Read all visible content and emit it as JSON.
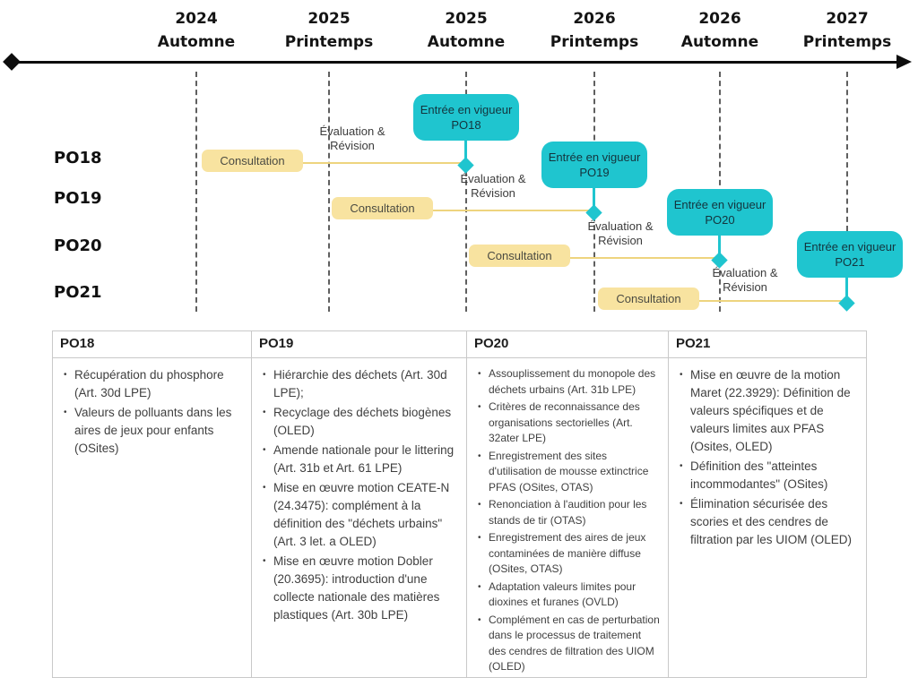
{
  "colors": {
    "teal": "#1fc5cf",
    "yellow_box": "#f8e3a0",
    "yellow_line": "#eed47e",
    "axis_black": "#0d0d0d"
  },
  "timeline": {
    "semesters": [
      {
        "year": "2024",
        "season": "Automne"
      },
      {
        "year": "2025",
        "season": "Printemps"
      },
      {
        "year": "2025",
        "season": "Automne"
      },
      {
        "year": "2026",
        "season": "Printemps"
      },
      {
        "year": "2026",
        "season": "Automne"
      },
      {
        "year": "2027",
        "season": "Printemps"
      }
    ],
    "consultation_label": "Consultation",
    "evaluation_line1": "Évaluation &",
    "evaluation_line2": "Révision",
    "rows": [
      {
        "label": "PO18",
        "entry_line1": "Entrée en vigueur",
        "entry_line2": "PO18"
      },
      {
        "label": "PO19",
        "entry_line1": "Entrée en vigueur",
        "entry_line2": "PO19"
      },
      {
        "label": "PO20",
        "entry_line1": "Entrée en vigueur",
        "entry_line2": "PO20"
      },
      {
        "label": "PO21",
        "entry_line1": "Entrée en vigueur",
        "entry_line2": "PO21"
      }
    ]
  },
  "table": {
    "columns": [
      {
        "header": "PO18",
        "items": [
          "Récupération du phosphore (Art. 30d LPE)",
          "Valeurs de polluants dans les aires de jeux pour enfants (OSites)"
        ]
      },
      {
        "header": "PO19",
        "items": [
          "Hiérarchie des déchets (Art. 30d LPE);",
          "Recyclage des déchets biogènes (OLED)",
          "Amende nationale pour le littering (Art. 31b et Art. 61 LPE)",
          "Mise en œuvre motion CEATE-N (24.3475): complément à la définition des \"déchets urbains\" (Art. 3 let. a OLED)",
          "Mise en œuvre motion Dobler (20.3695): introduction d'une collecte nationale des matières plastiques (Art. 30b LPE)"
        ]
      },
      {
        "header": "PO20",
        "items": [
          "Assouplissement du monopole des déchets urbains (Art. 31b LPE)",
          "Critères de reconnaissance des organisations sectorielles (Art. 32ater LPE)",
          "Enregistrement des sites d'utilisation de mousse extinctrice PFAS (OSites, OTAS)",
          "Renonciation à l'audition pour les stands de tir (OTAS)",
          "Enregistrement des aires de jeux contaminées de manière diffuse (OSites, OTAS)",
          "Adaptation valeurs limites pour dioxines et furanes (OVLD)",
          "Complément en cas de perturbation dans le processus de traitement des cendres de filtration des UIOM (OLED)"
        ]
      },
      {
        "header": "PO21",
        "items": [
          "Mise en œuvre de la motion Maret (22.3929): Définition de valeurs spécifiques et de valeurs limites aux PFAS (Osites, OLED)",
          "Définition des \"atteintes incommodantes\" (OSites)",
          "Élimination sécurisée des scories et des cendres de filtration par les UIOM (OLED)"
        ]
      }
    ]
  }
}
